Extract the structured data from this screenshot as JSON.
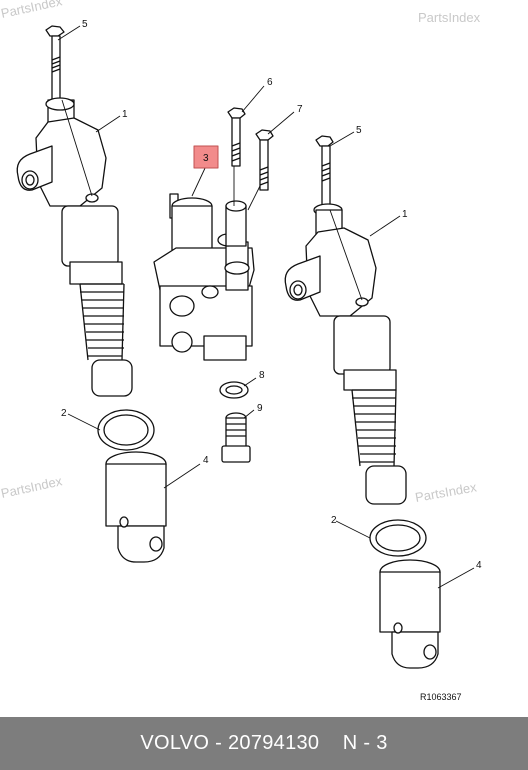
{
  "watermarks": [
    "PartsIndex",
    "PartsIndex",
    "PartsIndex",
    "PartsIndex"
  ],
  "callouts": {
    "c1a": "1",
    "c1b": "1",
    "c2a": "2",
    "c2b": "2",
    "c3": "3",
    "c4a": "4",
    "c4b": "4",
    "c5a": "5",
    "c5b": "5",
    "c6": "6",
    "c7": "7",
    "c8": "8",
    "c9": "9"
  },
  "reference_code": "R1063367",
  "footer": {
    "brand": "VOLVO",
    "separator1": " - ",
    "part_number": "20794130",
    "separator2": "    ",
    "position": "N - 3"
  },
  "colors": {
    "highlight": "#f28b8b",
    "footer_bg": "#7d7d7d",
    "watermark": "#c9c9c9"
  }
}
